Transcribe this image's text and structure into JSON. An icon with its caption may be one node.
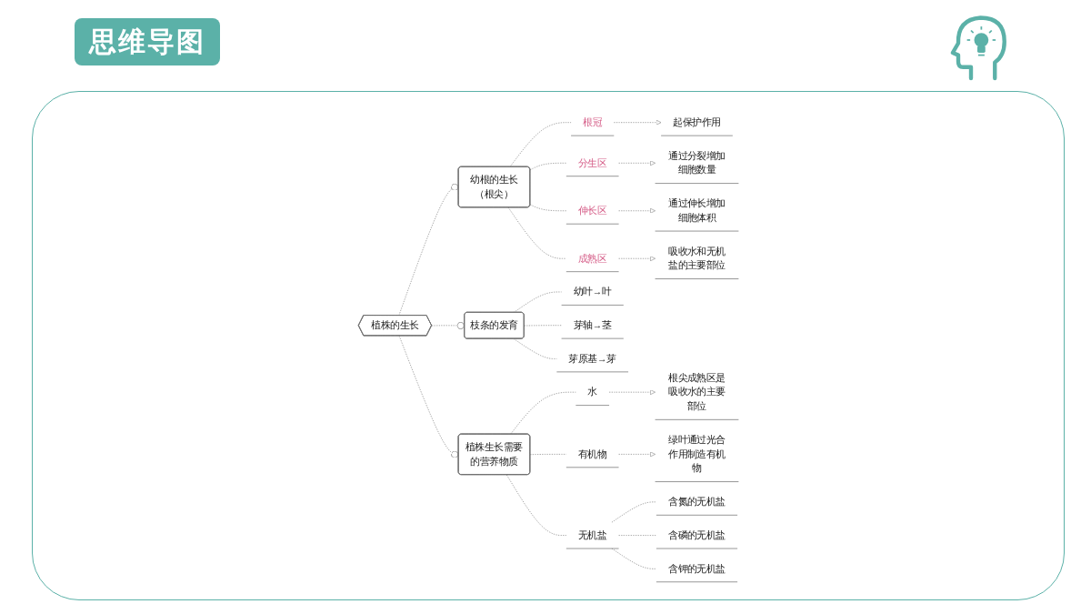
{
  "diagram": {
    "title": "思维导图",
    "nodes": [
      {
        "text": [
          "植株的生长"
        ]
      },
      {
        "text": [
          "幼根的生长（根尖）"
        ]
      },
      {
        "text": [
          "根冠"
        ]
      },
      {
        "text": [
          "起保护作用"
        ]
      },
      {
        "text": [
          "分生区"
        ]
      },
      {
        "text": [
          "通过分裂增加细胞数量"
        ]
      },
      {
        "text": [
          "伸长区"
        ]
      },
      {
        "text": [
          "通过伸长增加细胞体积"
        ]
      },
      {
        "text": [
          "成熟区"
        ]
      },
      {
        "text": [
          "吸收水和无机盐的主要部位"
        ]
      },
      {
        "text": [
          "枝条的发育"
        ]
      },
      {
        "text": [
          "幼叶→叶"
        ]
      },
      {
        "text": [
          "芽轴→茎"
        ]
      },
      {
        "text": [
          "芽原基→芽"
        ]
      },
      {
        "text": [
          "植株生长需要的营养物质"
        ]
      },
      {
        "text": [
          "水"
        ]
      },
      {
        "text": [
          "根尖成熟区是吸收水的主要部位"
        ]
      },
      {
        "text": [
          "有机物"
        ]
      },
      {
        "text": [
          "绿叶通过光合作用制造有机物"
        ]
      },
      {
        "text": [
          "无机盐"
        ]
      },
      {
        "text": [
          "含氮的无机盐"
        ]
      },
      {
        "text": [
          "含磷的无机盐"
        ]
      },
      {
        "text": [
          "含钾的无机盐"
        ]
      }
    ],
    "edges": [
      {
        "from": 0,
        "to": 1,
        "arrow": "other",
        "style": "dashed"
      },
      {
        "from": 1,
        "to": 2,
        "arrow": "none",
        "style": "dashed"
      },
      {
        "from": 2,
        "to": 3,
        "arrow": "to",
        "style": "dashed"
      },
      {
        "from": 1,
        "to": 4,
        "arrow": "none",
        "style": "dashed"
      },
      {
        "from": 4,
        "to": 5,
        "arrow": "to",
        "style": "dashed"
      },
      {
        "from": 1,
        "to": 6,
        "arrow": "none",
        "style": "dashed"
      },
      {
        "from": 6,
        "to": 7,
        "arrow": "to",
        "style": "dashed"
      },
      {
        "from": 1,
        "to": 8,
        "arrow": "none",
        "style": "dashed"
      },
      {
        "from": 8,
        "to": 9,
        "arrow": "to",
        "style": "dashed"
      },
      {
        "from": 0,
        "to": 10,
        "arrow": "other",
        "style": "dashed"
      },
      {
        "from": 10,
        "to": 11,
        "arrow": "none",
        "style": "dashed"
      },
      {
        "from": 10,
        "to": 12,
        "arrow": "none",
        "style": "dashed"
      },
      {
        "from": 10,
        "to": 13,
        "arrow": "none",
        "style": "dashed"
      },
      {
        "from": 0,
        "to": 14,
        "arrow": "other",
        "style": "dashed"
      },
      {
        "from": 14,
        "to": 15,
        "arrow": "none",
        "style": "dashed"
      },
      {
        "from": 15,
        "to": 16,
        "arrow": "to",
        "style": "dashed"
      },
      {
        "from": 14,
        "to": 17,
        "arrow": "none",
        "style": "dashed"
      },
      {
        "from": 17,
        "to": 18,
        "arrow": "to",
        "style": "dashed"
      },
      {
        "from": 14,
        "to": 19,
        "arrow": "none",
        "style": "dashed"
      },
      {
        "from": 19,
        "to": 20,
        "arrow": "none",
        "style": "dashed"
      },
      {
        "from": 19,
        "to": 21,
        "arrow": "none",
        "style": "dashed"
      },
      {
        "from": 19,
        "to": 22,
        "arrow": "none",
        "style": "dashed"
      }
    ]
  }
}
